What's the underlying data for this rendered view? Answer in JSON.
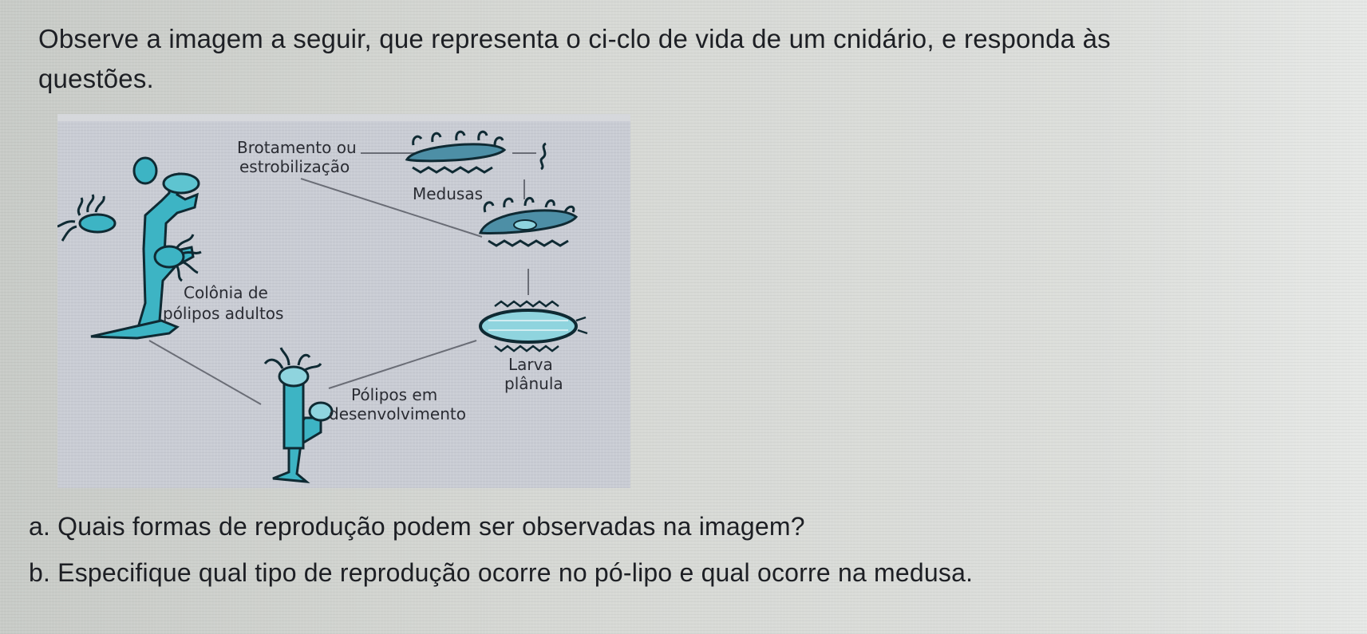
{
  "intro": {
    "line1": "Observe a imagem a seguir, que representa o ci-clo de vida de um cnidário, e responda às",
    "line2": "questões."
  },
  "figure": {
    "labels": {
      "brotamento_line1": "Brotamento ou",
      "brotamento_line2": "estrobilização",
      "medusas": "Medusas",
      "colonia_line1": "Colônia de",
      "colonia_line2": "pólipos adultos",
      "larva_line1": "Larva",
      "larva_line2": "plânula",
      "polipos_line1": "Pólipos em",
      "polipos_line2": "desenvolvimento"
    },
    "colors": {
      "organism_fill": "#3db4c4",
      "organism_dark": "#0f2a33",
      "medusa_band": "#4d8fa6",
      "background": "#c9ccd4"
    }
  },
  "questions": {
    "a": "a. Quais formas de reprodução podem ser observadas na imagem?",
    "b": "b. Especifique qual tipo de reprodução ocorre no pó-lipo e qual ocorre na medusa."
  }
}
